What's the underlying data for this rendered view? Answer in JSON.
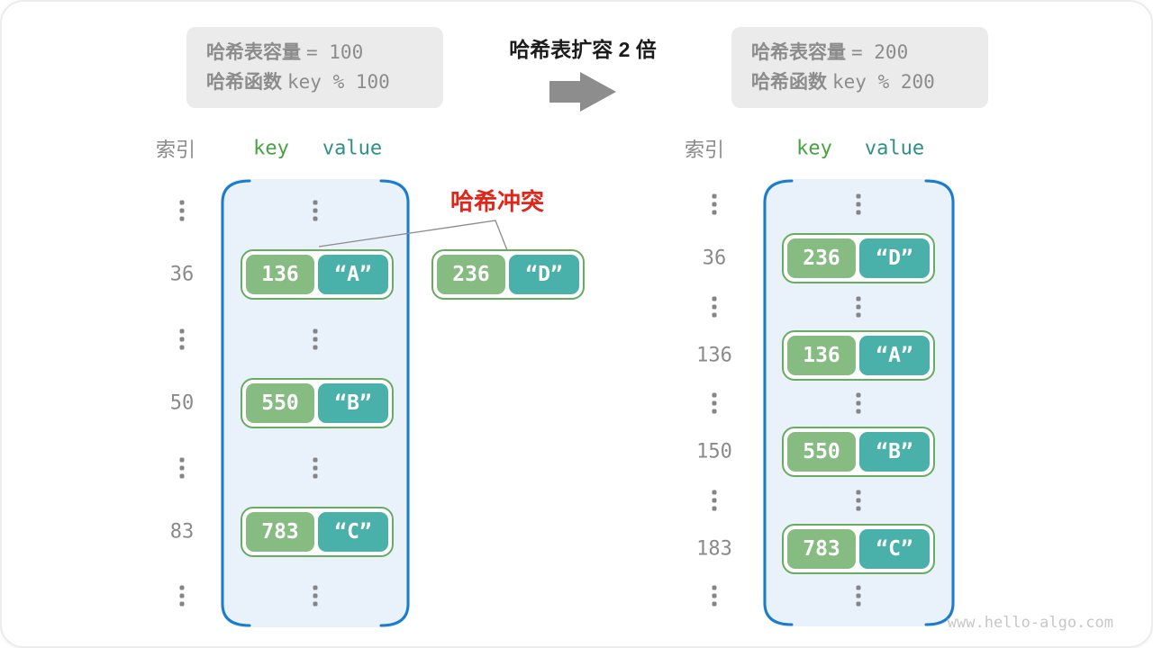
{
  "title": "哈希表扩容 2 倍",
  "legend_before": {
    "capacity_label": "哈希表容量",
    "capacity_eq": "= 100",
    "hash_label": "哈希函数",
    "hash_expr": "key % 100"
  },
  "legend_after": {
    "capacity_label": "哈希表容量",
    "capacity_eq": "= 200",
    "hash_label": "哈希函数",
    "hash_expr": "key % 200"
  },
  "headers": {
    "index": "索引",
    "key": "key",
    "value": "value"
  },
  "collision_label": "哈希冲突",
  "external_pair": {
    "key": "236",
    "value": "“D”"
  },
  "table_before": {
    "rows": [
      {
        "type": "ellipsis"
      },
      {
        "type": "pair",
        "index": "36",
        "key": "136",
        "value": "“A”"
      },
      {
        "type": "ellipsis"
      },
      {
        "type": "pair",
        "index": "50",
        "key": "550",
        "value": "“B”"
      },
      {
        "type": "ellipsis"
      },
      {
        "type": "pair",
        "index": "83",
        "key": "783",
        "value": "“C”"
      },
      {
        "type": "ellipsis"
      }
    ]
  },
  "table_after": {
    "rows": [
      {
        "type": "ellipsis"
      },
      {
        "type": "pair",
        "index": "36",
        "key": "236",
        "value": "“D”"
      },
      {
        "type": "ellipsis"
      },
      {
        "type": "pair",
        "index": "136",
        "key": "136",
        "value": "“A”"
      },
      {
        "type": "ellipsis"
      },
      {
        "type": "pair",
        "index": "150",
        "key": "550",
        "value": "“B”"
      },
      {
        "type": "ellipsis"
      },
      {
        "type": "pair",
        "index": "183",
        "key": "783",
        "value": "“C”"
      },
      {
        "type": "ellipsis"
      }
    ]
  },
  "watermark": "www.hello-algo.com",
  "colors": {
    "key_fill": "#86BB81",
    "value_fill": "#4AB1AA",
    "pair_border": "#68AC60",
    "bucket_fill": "#E9F1FA",
    "bucket_border": "#1B7CCB",
    "collision_red": "#E12519",
    "index_gray": "#8A8A8A",
    "legend_bg": "#EBEBEB",
    "legend_text": "#8C8C8C",
    "arrow_gray": "#8D8D8D",
    "key_header_green": "#45A341",
    "value_header_teal": "#2F908A",
    "line_gray": "#8A8A8A",
    "watermark_gray": "#C7C7C7"
  }
}
